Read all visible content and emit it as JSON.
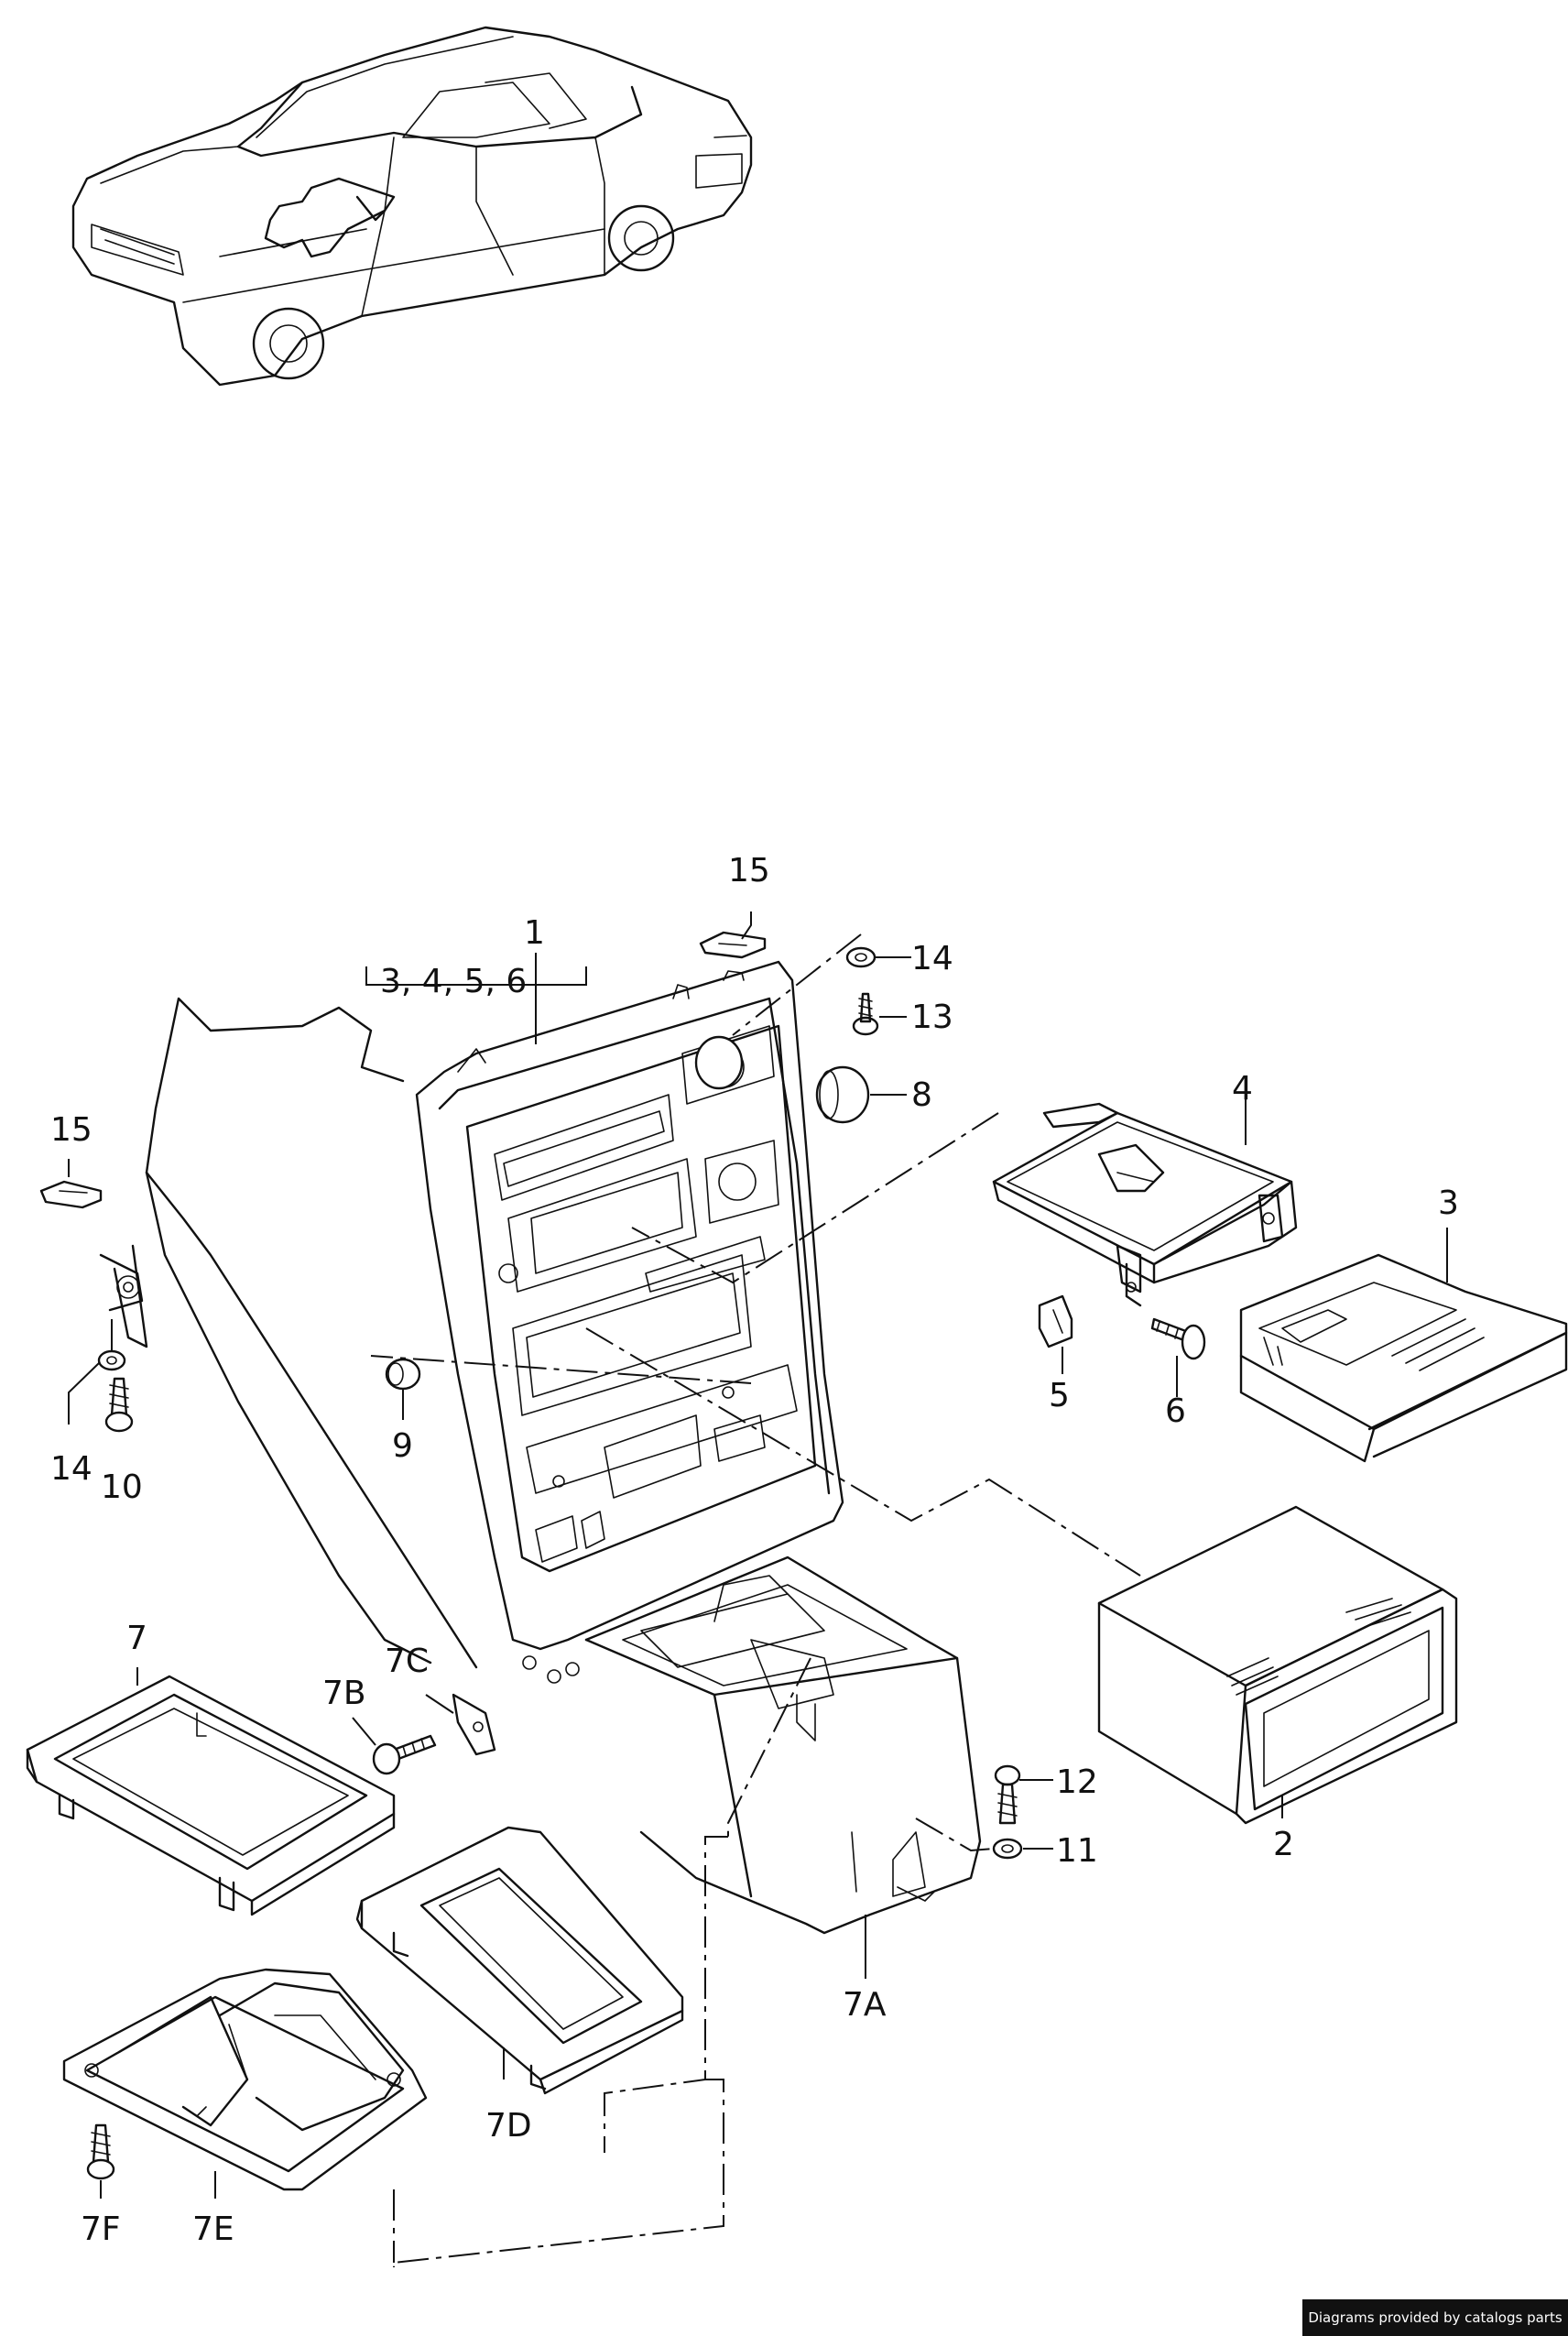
{
  "callouts": [
    {
      "id": "c1",
      "text": "1"
    },
    {
      "id": "c1-group",
      "text": "3, 4, 5, 6"
    },
    {
      "id": "c2",
      "text": "2"
    },
    {
      "id": "c3",
      "text": "3"
    },
    {
      "id": "c4",
      "text": "4"
    },
    {
      "id": "c5",
      "text": "5"
    },
    {
      "id": "c6",
      "text": "6"
    },
    {
      "id": "c7",
      "text": "7"
    },
    {
      "id": "c7A",
      "text": "7A"
    },
    {
      "id": "c7B",
      "text": "7B"
    },
    {
      "id": "c7C",
      "text": "7C"
    },
    {
      "id": "c7D",
      "text": "7D"
    },
    {
      "id": "c7E",
      "text": "7E"
    },
    {
      "id": "c7F",
      "text": "7F"
    },
    {
      "id": "c8",
      "text": "8"
    },
    {
      "id": "c9",
      "text": "9"
    },
    {
      "id": "c10",
      "text": "10"
    },
    {
      "id": "c11",
      "text": "11"
    },
    {
      "id": "c12",
      "text": "12"
    },
    {
      "id": "c13",
      "text": "13"
    },
    {
      "id": "c14a",
      "text": "14"
    },
    {
      "id": "c14b",
      "text": "14"
    },
    {
      "id": "c15a",
      "text": "15"
    },
    {
      "id": "c15b",
      "text": "15"
    }
  ],
  "credit": "Diagrams provided by catalogs parts"
}
